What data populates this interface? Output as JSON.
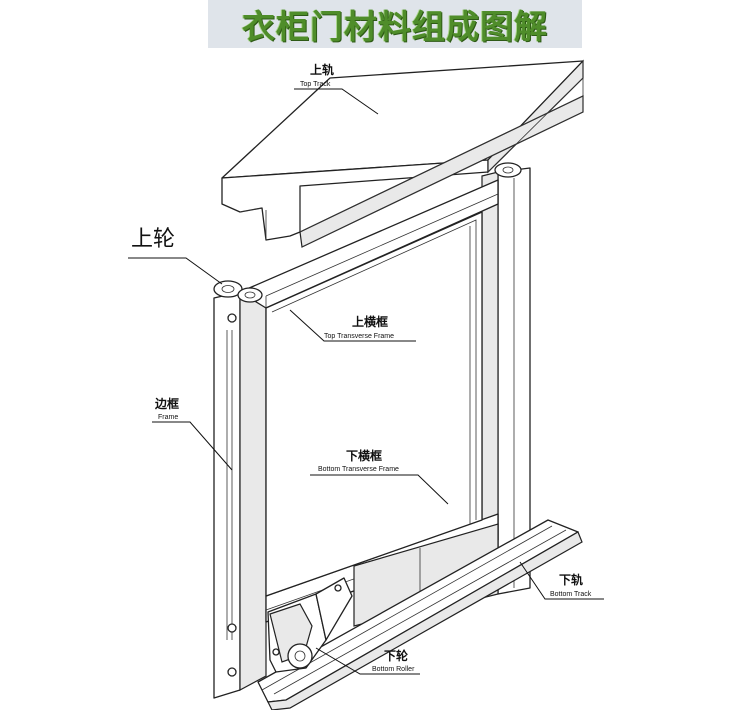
{
  "title": "衣柜门材料组成图解",
  "labels": {
    "top_track": {
      "cn": "上轨",
      "en": "Top Track"
    },
    "top_roller": {
      "cn": "上轮"
    },
    "top_transverse_frame": {
      "cn": "上横框",
      "en": "Top Transverse Frame"
    },
    "frame": {
      "cn": "边框",
      "en": "Frame"
    },
    "bottom_transverse_frame": {
      "cn": "下横框",
      "en": "Bottom Transverse Frame"
    },
    "bottom_track": {
      "cn": "下轨",
      "en": "Bottom Track"
    },
    "bottom_roller": {
      "cn": "下轮",
      "en": "Bottom Roller"
    }
  },
  "colors": {
    "title": "#4f8d2a",
    "title_bg": "#dfe4ea",
    "line": "#222222"
  }
}
